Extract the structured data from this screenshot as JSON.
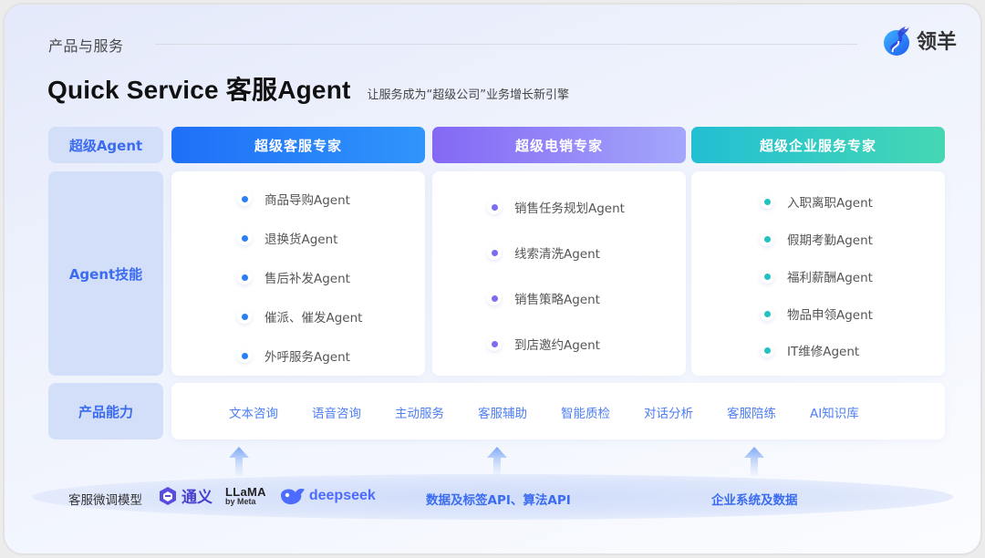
{
  "header": {
    "section_label": "产品与服务",
    "brand": {
      "name": "领羊",
      "icon": "dragon-logo-icon"
    },
    "title": "Quick Service 客服Agent",
    "subtitle": "让服务成为“超级公司”业务增长新引擎"
  },
  "row_labels": {
    "super_agent": "超级Agent",
    "agent_skills": "Agent技能",
    "product_capabilities": "产品能力"
  },
  "columns": [
    {
      "title": "超级客服专家",
      "color_start": "#1f6ff7",
      "color_end": "#2f95fb",
      "dot_color": "#2b7ff5",
      "skills": [
        "商品导购Agent",
        "退换货Agent",
        "售后补发Agent",
        "催派、催发Agent",
        "外呼服务Agent"
      ]
    },
    {
      "title": "超级电销专家",
      "color_start": "#8468f5",
      "color_end": "#a4a6fb",
      "dot_color": "#7c6cf0",
      "skills": [
        "销售任务规划Agent",
        "线索清洗Agent",
        "销售策略Agent",
        "到店邀约Agent"
      ]
    },
    {
      "title": "超级企业服务专家",
      "color_start": "#22bfd3",
      "color_end": "#45d7b4",
      "dot_color": "#22c2c0",
      "skills": [
        "入职离职Agent",
        "假期考勤Agent",
        "福利薪酬Agent",
        "物品申领Agent",
        "IT维修Agent"
      ]
    }
  ],
  "capabilities": [
    "文本咨询",
    "语音咨询",
    "主动服务",
    "客服辅助",
    "智能质检",
    "对话分析",
    "客服陪练",
    "AI知识库"
  ],
  "foundation": {
    "models_label": "客服微调模型",
    "models": [
      {
        "name": "通义",
        "icon": "tongyi-logo-icon"
      },
      {
        "name": "LLaMA",
        "sub": "by Meta",
        "icon": "llama-logo-icon"
      },
      {
        "name": "deepseek",
        "icon": "deepseek-whale-icon"
      }
    ],
    "data_api": "数据及标签API、算法API",
    "enterprise": "企业系统及数据"
  }
}
